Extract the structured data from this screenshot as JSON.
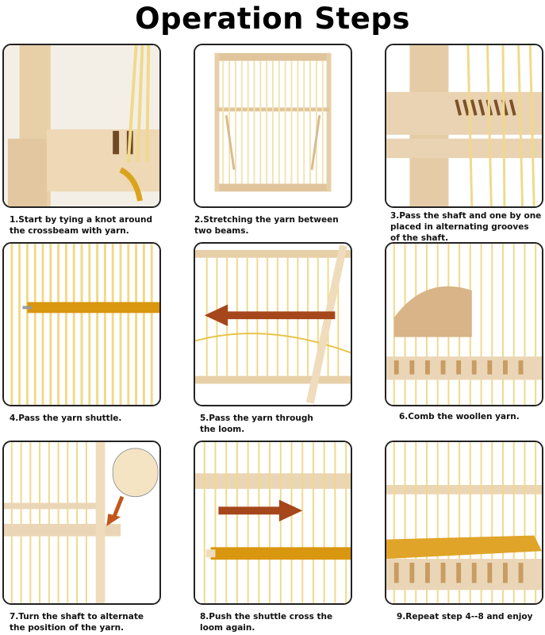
{
  "title": "Operation Steps",
  "steps": [
    {
      "caption": "1.Start by tying a knot around\n  the crossbeam with yarn."
    },
    {
      "caption": "2.Stretching the yarn between\n  two beams."
    },
    {
      "caption": "3.Pass the shaft and one by one\n    placed in alternating grooves\n    of the shaft."
    },
    {
      "caption": "4.Pass the yarn shuttle."
    },
    {
      "caption": "5.Pass the yarn through\n   the loom."
    },
    {
      "caption": "6.Comb the woollen yarn."
    },
    {
      "caption": "7.Turn the shaft to alternate\n  the position of the yarn."
    },
    {
      "caption": "8.Push the shuttle cross the\n  loom again."
    },
    {
      "caption": "9.Repeat step 4--8 and enjoy"
    }
  ],
  "colors": {
    "wood": "#e9d3b2",
    "yarn": "#f0d98a",
    "yarn_dark": "#d9960f",
    "arrow": "#a5461b",
    "frame": "#222222"
  }
}
